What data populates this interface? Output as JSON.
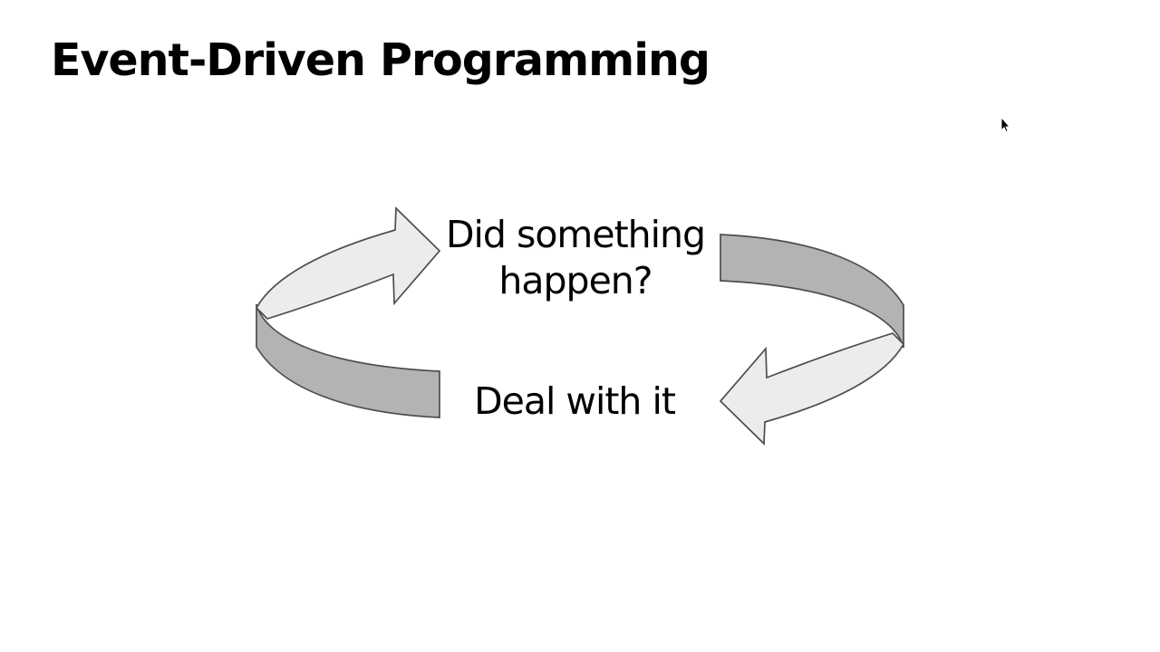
{
  "slide": {
    "title": "Event-Driven Programming",
    "cycle": {
      "question_lines": [
        "Did something",
        "happen?"
      ],
      "action": "Deal with it"
    },
    "colors": {
      "background": "#ffffff",
      "ribbon_light": "#ececec",
      "ribbon_dark": "#b3b3b3",
      "outline": "#4d4d4d",
      "text": "#000000",
      "cursor_fill": "#000000",
      "cursor_edge": "#ffffff"
    },
    "icons": {
      "mouse_cursor": "arrow-pointer"
    }
  }
}
